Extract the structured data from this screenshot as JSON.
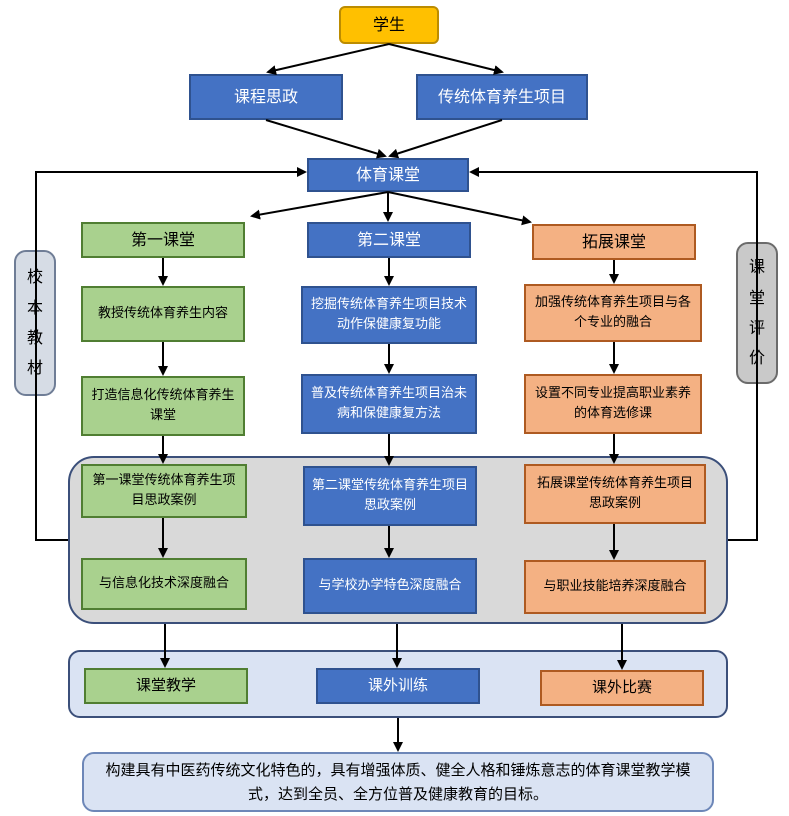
{
  "title": {
    "student": "学生"
  },
  "level1": {
    "left": "课程思政",
    "right": "传统体育养生项目"
  },
  "hub": "体育课堂",
  "sides": {
    "left": "校本教材",
    "right": "课堂评价"
  },
  "columns": [
    {
      "header": "第一课堂",
      "step1": "教授传统体育养生内容",
      "step2": "打造信息化传统体育养生课堂",
      "case": "第一课堂传统体育养生项目思政案例",
      "merge": "与信息化技术深度融合",
      "outcome": "课堂教学"
    },
    {
      "header": "第二课堂",
      "step1": "挖掘传统体育养生项目技术动作保健康复功能",
      "step2": "普及传统体育养生项目治未病和保健康复方法",
      "case": "第二课堂传统体育养生项目思政案例",
      "merge": "与学校办学特色深度融合",
      "outcome": "课外训练"
    },
    {
      "header": "拓展课堂",
      "step1": "加强传统体育养生项目与各个专业的融合",
      "step2": "设置不同专业提高职业素养的体育选修课",
      "case": "拓展课堂传统体育养生项目思政案例",
      "merge": "与职业技能培养深度融合",
      "outcome": "课外比赛"
    }
  ],
  "goal": "构建具有中医药传统文化特色的，具有增强体质、健全人格和锤炼意志的体育课堂教学模式，达到全员、全方位普及健康教育的目标。",
  "colors": {
    "blue": "#4472c4",
    "green": "#a9d18e",
    "orange": "#f4b183",
    "gold": "#ffc000",
    "panel_gray": "#d9d9d9",
    "panel_blue": "#dae3f3"
  }
}
